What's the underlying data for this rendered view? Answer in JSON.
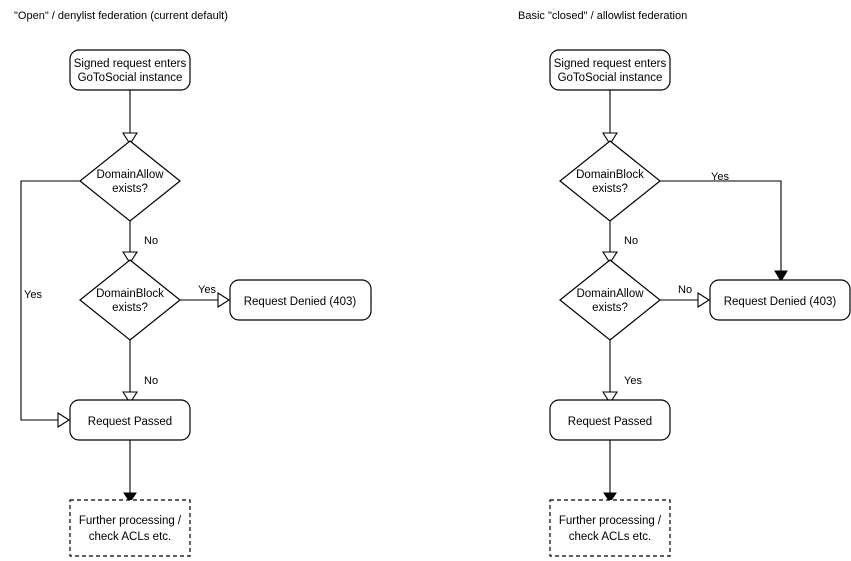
{
  "diagram": {
    "type": "flowchart",
    "panels": [
      {
        "id": "open-federation",
        "title": "\"Open\" / denylist federation (current default)",
        "nodes": {
          "entry": {
            "line1": "Signed request enters",
            "line2": "GoToSocial instance"
          },
          "decision1": {
            "line1": "DomainAllow",
            "line2": "exists?"
          },
          "decision2": {
            "line1": "DomainBlock",
            "line2": "exists?"
          },
          "denied": {
            "label": "Request Denied (403)"
          },
          "passed": {
            "label": "Request Passed"
          },
          "further": {
            "line1": "Further processing /",
            "line2": "check ACLs etc."
          }
        },
        "edge_labels": {
          "allow_yes": "Yes",
          "allow_no": "No",
          "block_yes": "Yes",
          "block_no": "No"
        }
      },
      {
        "id": "closed-federation",
        "title": "Basic \"closed\" / allowlist federation",
        "nodes": {
          "entry": {
            "line1": "Signed request enters",
            "line2": "GoToSocial instance"
          },
          "decision1": {
            "line1": "DomainBlock",
            "line2": "exists?"
          },
          "decision2": {
            "line1": "DomainAllow",
            "line2": "exists?"
          },
          "denied": {
            "label": "Request Denied (403)"
          },
          "passed": {
            "label": "Request Passed"
          },
          "further": {
            "line1": "Further processing /",
            "line2": "check ACLs etc."
          }
        },
        "edge_labels": {
          "block_yes": "Yes",
          "block_no": "No",
          "allow_no": "No",
          "allow_yes": "Yes"
        }
      }
    ],
    "colors": {
      "background": "#ffffff",
      "stroke": "#000000",
      "text": "#000000"
    }
  }
}
